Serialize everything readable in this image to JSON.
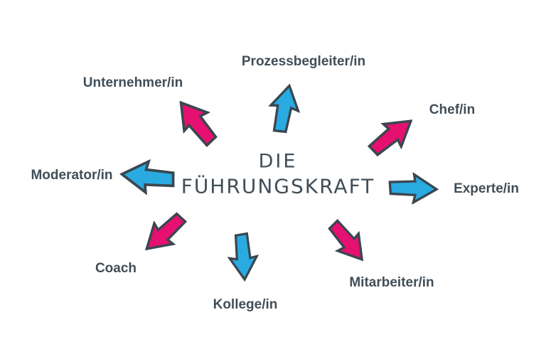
{
  "title": {
    "line1": "DIE",
    "line2": "FÜHRUNGSKRAFT"
  },
  "colors": {
    "pink": "#e5106f",
    "blue": "#29abe2",
    "outline": "#3a4750",
    "text": "#414e58",
    "background": "#ffffff"
  },
  "roles": [
    {
      "label": "Unternehmer/in",
      "arrow_color": "pink",
      "arrow_direction": "up-left"
    },
    {
      "label": "Prozessbegleiter/in",
      "arrow_color": "blue",
      "arrow_direction": "up"
    },
    {
      "label": "Chef/in",
      "arrow_color": "pink",
      "arrow_direction": "up-right"
    },
    {
      "label": "Moderator/in",
      "arrow_color": "blue",
      "arrow_direction": "left"
    },
    {
      "label": "Experte/in",
      "arrow_color": "blue",
      "arrow_direction": "right"
    },
    {
      "label": "Coach",
      "arrow_color": "pink",
      "arrow_direction": "down-left"
    },
    {
      "label": "Kollege/in",
      "arrow_color": "blue",
      "arrow_direction": "down"
    },
    {
      "label": "Mitarbeiter/in",
      "arrow_color": "pink",
      "arrow_direction": "down-right"
    }
  ]
}
